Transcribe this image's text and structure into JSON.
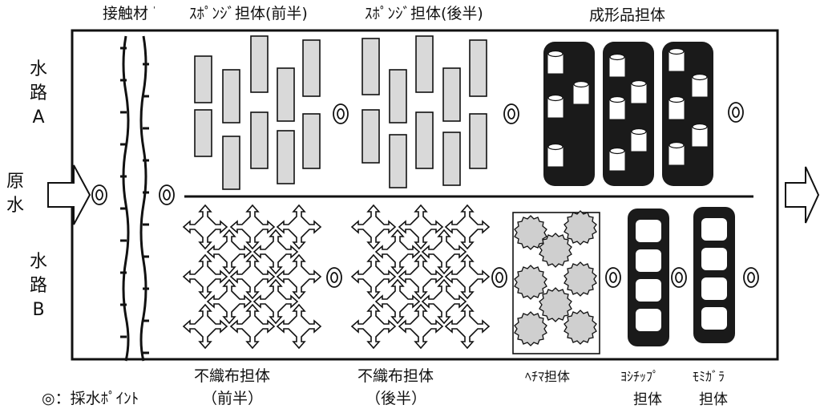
{
  "top_labels": {
    "contact": "接触材",
    "contact_mark": "'",
    "sponge_first": "ｽﾎﾟﾝｼﾞ担体(前半)",
    "sponge_second": "ｽﾎﾟﾝｼﾞ担体(後半)",
    "molded": "成形品担体"
  },
  "channel_a": [
    "水",
    "路",
    "A"
  ],
  "channel_b": [
    "水",
    "路",
    "B"
  ],
  "raw_water": [
    "原",
    "水"
  ],
  "bottom_labels": {
    "legend": "◎：採水ﾎﾟｲﾝﾄ",
    "nonwoven_first_1": "不織布担体",
    "nonwoven_first_2": "（前半）",
    "nonwoven_second_1": "不織布担体",
    "nonwoven_second_2": "（後半）",
    "hechima": "ﾍﾁﾏ担体",
    "yoshi_1": "ﾖｼﾁｯﾌﾟ",
    "yoshi_2": "担体",
    "momi_1": "ﾓﾐｶﾞﾗ",
    "momi_2": "担体"
  },
  "sampling_symbol": "◎",
  "colors": {
    "line": "#111111",
    "sponge_fill": "#d9d9d9",
    "dark_fill": "#1a1a1a",
    "hechima_fill": "#cfcfcf"
  }
}
